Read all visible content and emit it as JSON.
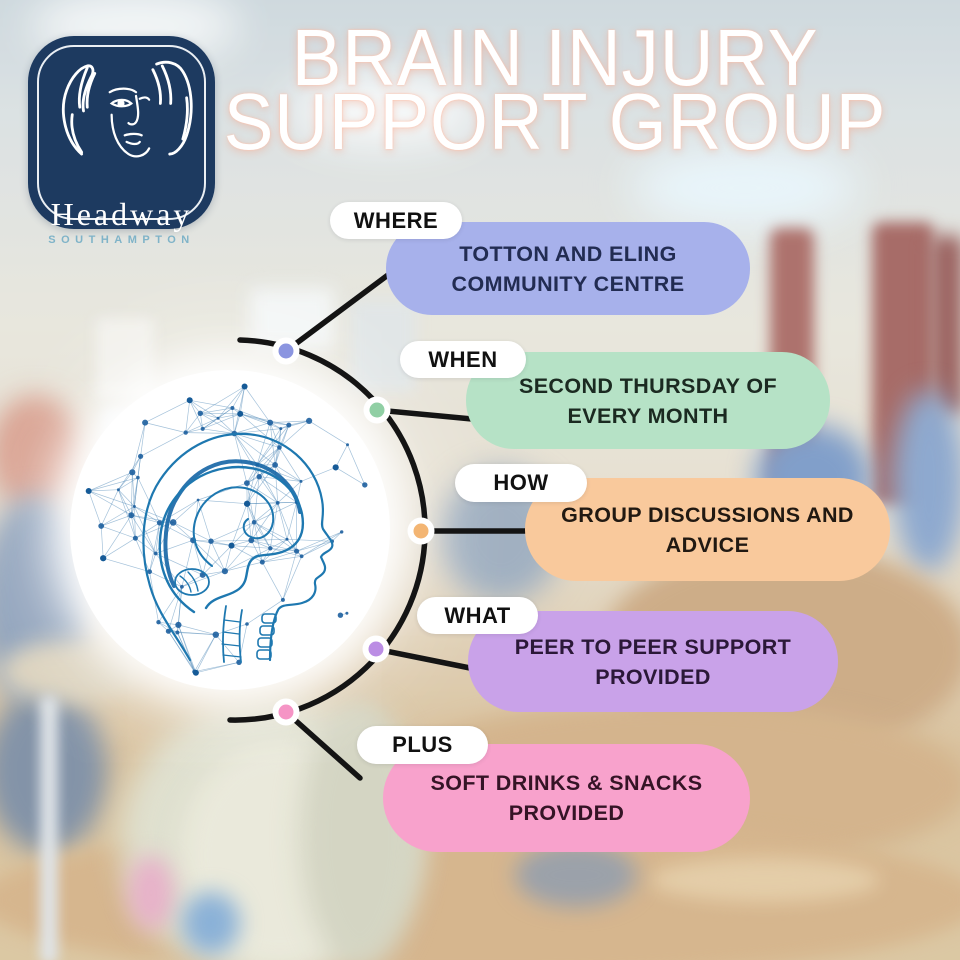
{
  "logo": {
    "brand": "Headway",
    "subtitle": "SOUTHAMPTON"
  },
  "title": {
    "line1": "BRAIN INJURY",
    "line2": "SUPPORT GROUP"
  },
  "sections": [
    {
      "label": "WHERE",
      "line1": "TOTTON AND ELING",
      "line2": "COMMUNITY CENTRE",
      "bg": "#a7b1eb",
      "dot": "#8b95e0",
      "text_color": "#222c52"
    },
    {
      "label": "WHEN",
      "line1": "SECOND THURSDAY OF",
      "line2": "EVERY MONTH",
      "bg": "#b6e2c6",
      "dot": "#90cfa4",
      "text_color": "#1b2a21"
    },
    {
      "label": "HOW",
      "line1": "GROUP DISCUSSIONS AND",
      "line2": "ADVICE",
      "bg": "#f9c99c",
      "dot": "#f3b573",
      "text_color": "#211912"
    },
    {
      "label": "WHAT",
      "line1": "PEER TO PEER SUPPORT",
      "line2": "PROVIDED",
      "bg": "#c9a2e9",
      "dot": "#bb8de4",
      "text_color": "#2b1838"
    },
    {
      "label": "PLUS",
      "line1": "SOFT DRINKS & SNACKS",
      "line2": "PROVIDED",
      "bg": "#f8a2cc",
      "dot": "#f594c5",
      "text_color": "#351426"
    }
  ],
  "colors": {
    "logo_bg": "#1d3a60",
    "logo_brand_text": "#ffffff",
    "logo_subtitle_text": "#7fb3c8",
    "title_text": "#ffffff",
    "title_glow": "#ffb49a",
    "label_pill_bg": "#ffffff",
    "label_pill_text": "#111111",
    "connector_line": "#141414",
    "brain_ink": "#1e78b0"
  }
}
